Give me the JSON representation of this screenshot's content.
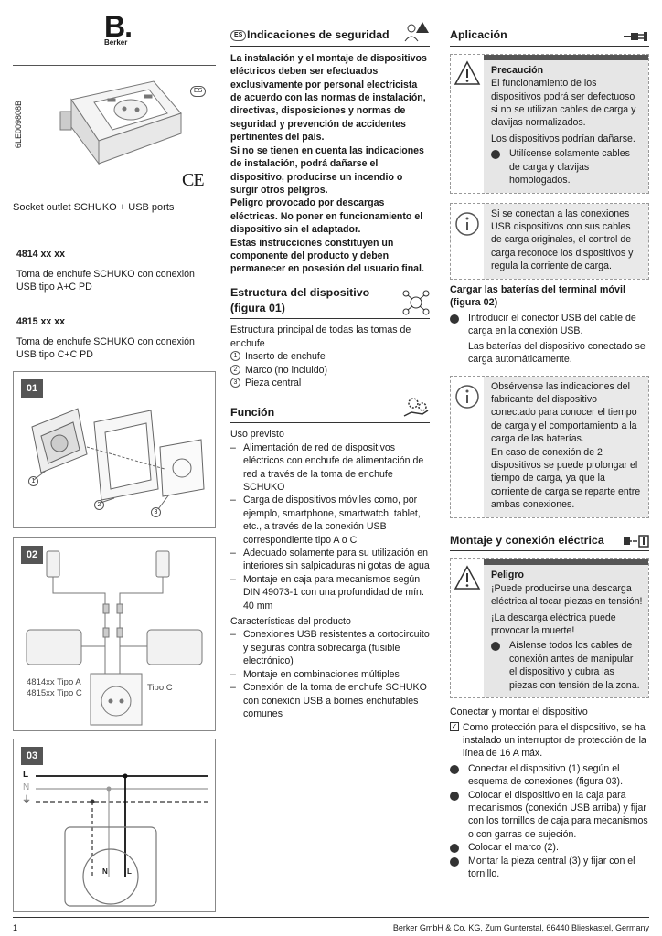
{
  "brand": {
    "logo_letter": "B.",
    "logo_name": "Berker"
  },
  "doc_code": "6LE009808B",
  "lang_tag": "ES",
  "ce_mark": "CE",
  "product_title_en": "Socket outlet SCHUKO + USB ports",
  "articles": [
    {
      "number": "4814 xx xx",
      "desc": "Toma de enchufe SCHUKO con conexión USB tipo A+C PD"
    },
    {
      "number": "4815 xx xx",
      "desc": "Toma de enchufe SCHUKO con conexión USB tipo C+C PD"
    }
  ],
  "figures": {
    "fig01": {
      "tag": "01",
      "callouts": [
        "1",
        "2",
        "3"
      ]
    },
    "fig02": {
      "tag": "02",
      "label_left_1": "4814xx Tipo A",
      "label_left_2": "4815xx Tipo C",
      "label_right": "Tipo C"
    },
    "fig03": {
      "tag": "03",
      "line_L": "L",
      "line_N": "N",
      "line_PE": "⏚",
      "terminal_L": "L",
      "terminal_N": "N"
    }
  },
  "safety": {
    "heading": "Indicaciones de seguridad",
    "lang_pill": "ES",
    "paragraphs": [
      "La instalación y el montaje de dispositivos eléctricos deben ser efectuados exclusivamente por personal electricista de acuerdo con las normas de instalación, directivas, disposiciones y normas de seguridad y prevención de accidentes pertinentes del país.",
      "Si no se tienen en cuenta las indicaciones de instalación, podrá dañarse el dispositivo, producirse un incendio o surgir otros peligros.",
      "Peligro provocado por descargas eléctricas. No poner en funcionamiento el dispositivo sin el adaptador.",
      "Estas instrucciones constituyen un componente del producto y deben permanecer en posesión del usuario final."
    ]
  },
  "structure": {
    "heading": "Estructura del dispositivo (figura 01)",
    "intro": "Estructura principal de todas las tomas de enchufe",
    "items": [
      {
        "num": "1",
        "label": "Inserto de enchufe"
      },
      {
        "num": "2",
        "label": "Marco (no incluido)"
      },
      {
        "num": "3",
        "label": "Pieza central"
      }
    ]
  },
  "function": {
    "heading": "Función",
    "use_title": "Uso previsto",
    "use_items": [
      "Alimentación de red de dispositivos eléctricos con enchufe de alimentación de red a través de la toma de enchufe SCHUKO",
      "Carga de dispositivos móviles como, por ejemplo, smartphone, smartwatch, tablet, etc., a través de la conexión USB correspondiente tipo A o C",
      "Adecuado solamente para su utilización en interiores sin salpicaduras ni gotas de agua",
      "Montaje en caja para mecanismos según DIN 49073-1 con una profundidad de mín. 40 mm"
    ],
    "features_title": "Características del producto",
    "feature_items": [
      "Conexiones USB resistentes a cortocircuito y seguras contra sobrecarga (fusible electrónico)",
      "Montaje en combinaciones múltiples",
      "Conexión de la toma de enchufe SCHUKO con conexión USB a bornes enchufables comunes"
    ]
  },
  "application": {
    "heading": "Aplicación",
    "caution": {
      "title": "Precaución",
      "text1": "El funcionamiento de los dispositivos podrá ser defectuoso si no se utilizan cables de carga y clavijas normalizados.",
      "text2": "Los dispositivos podrían dañarse.",
      "bullet": "Utilícense solamente cables de carga y clavijas homologados."
    },
    "info1": "Si se conectan a las conexiones USB dispositivos con sus cables de carga originales, el control de carga reconoce los dispositivos y regula la corriente de carga.",
    "charge_title": "Cargar las baterías del terminal móvil (figura 02)",
    "charge_bullet": "Introducir el conector USB del cable de carga en la conexión USB.",
    "charge_result": "Las baterías del dispositivo conectado se carga automáticamente.",
    "info2a": "Obsérvense las indicaciones del fabricante del dispositivo conectado para conocer el tiempo de carga y el comportamiento a la carga de las baterías.",
    "info2b": "En caso de conexión de 2 dispositivos se puede prolongar el tiempo de carga, ya que la corriente de carga se reparte entre ambas conexiones."
  },
  "mounting": {
    "heading": "Montaje y conexión eléctrica",
    "danger": {
      "title": "Peligro",
      "text1": "¡Puede producirse una descarga eléctrica al tocar piezas en tensión!",
      "text2": "¡La descarga eléctrica puede provocar la muerte!",
      "bullet": "Aíslense todos los cables de conexión antes de manipular el dispositivo y cubra las piezas con tensión de la zona."
    },
    "connect_title": "Conectar y montar el dispositivo",
    "check_item": "Como protección para el dispositivo, se ha instalado un interruptor de protección de la línea de 16 A máx.",
    "steps": [
      "Conectar el dispositivo (1) según el esquema de conexiones (figura 03).",
      "Colocar el dispositivo en la caja para mecanismos (conexión USB arriba) y fijar con los tornillos de caja para mecanismos o con garras de sujeción.",
      "Colocar el marco (2).",
      "Montar la pieza central (3) y fijar con el tornillo."
    ]
  },
  "footer": {
    "page": "1",
    "company": "Berker GmbH & Co. KG, Zum Gunterstal, 66440 Blieskastel, Germany"
  }
}
